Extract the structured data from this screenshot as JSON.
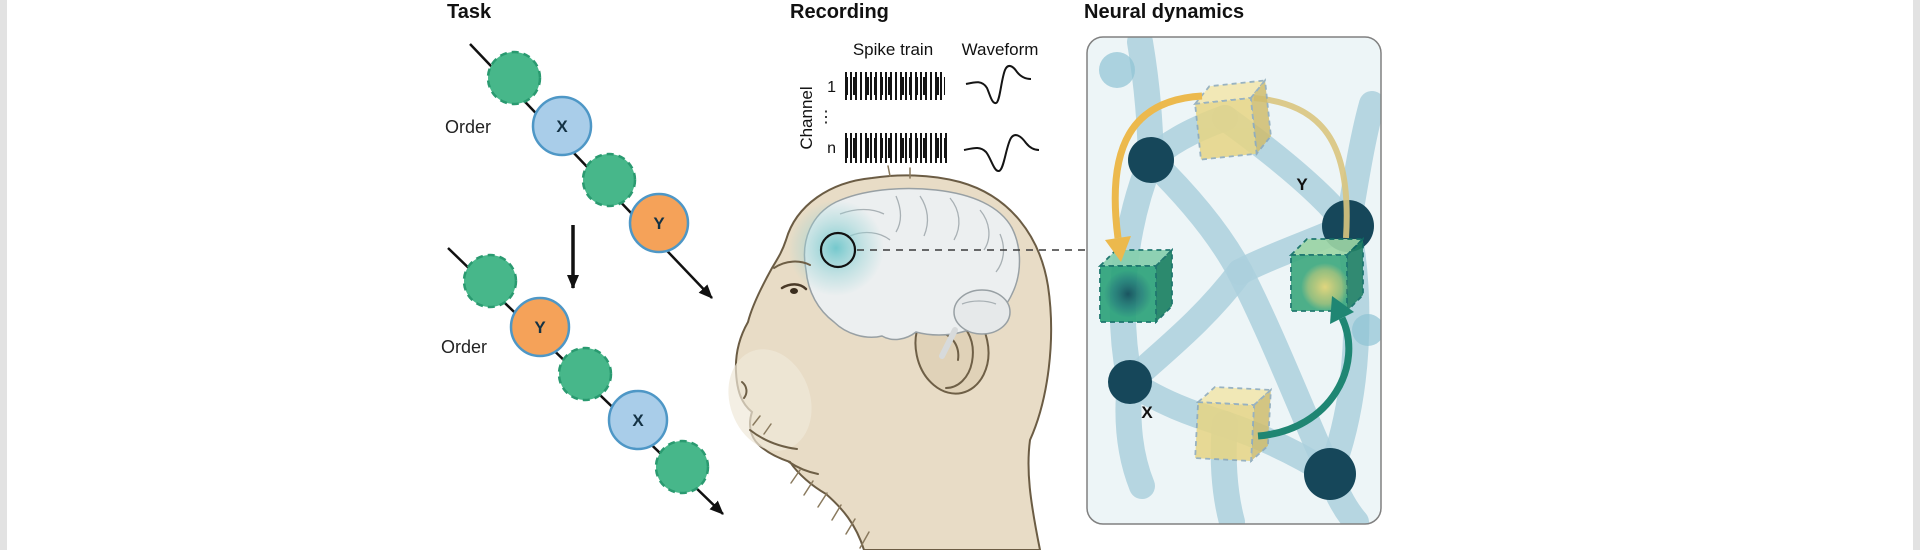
{
  "figure": {
    "task": {
      "title": "Task",
      "order_label": "Order",
      "sequence_1": [
        "blank",
        "X",
        "blank",
        "Y"
      ],
      "sequence_2": [
        "blank",
        "Y",
        "blank",
        "X",
        "blank"
      ]
    },
    "recording": {
      "title": "Recording",
      "spike_train_label": "Spike train",
      "waveform_label": "Waveform",
      "channel_label": "Channel",
      "channel_first": "1",
      "channel_ellipsis": "⋮",
      "channel_last": "n"
    },
    "neural": {
      "title": "Neural dynamics",
      "y_label": "Y",
      "x_label": "X"
    },
    "colors": {
      "task_green": "#47b78a",
      "task_green_border": "#2a9a70",
      "task_blue": "#a9cde9",
      "task_orange": "#f5a259",
      "task_ring_blue": "#4e97c6",
      "spike_black": "#141414",
      "monkey_fur": "#e8dcc6",
      "brain_gray": "#eceff0",
      "brain_highlight": "#7fc9ce",
      "panel_bg": "#edf5f7",
      "band_blue": "#abd0dd",
      "node_dark": "#16475a",
      "cube_yellow": "#e7d584",
      "cube_green": "#2da37b",
      "arrow_yellow": "#ecb94d",
      "arrow_teal": "#1f8673"
    }
  }
}
